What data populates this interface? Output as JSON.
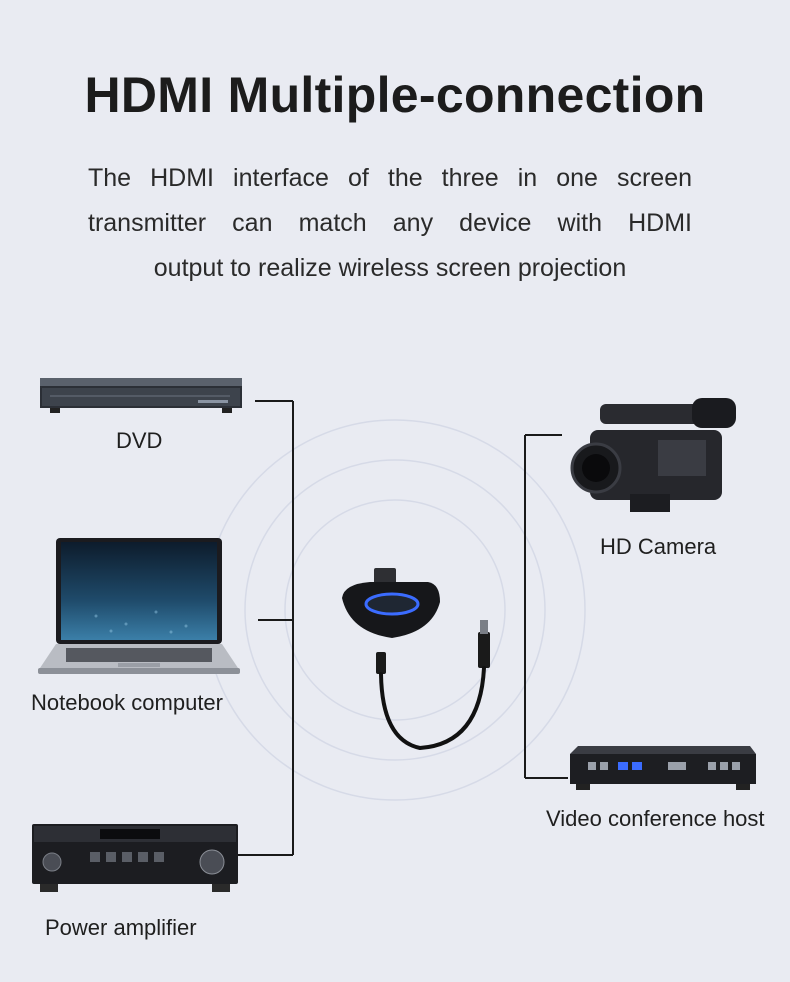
{
  "title": "HDMI Multiple-connection",
  "description": {
    "line1": "The HDMI interface of the three in one screen",
    "line2": "transmitter can match any device with HDMI",
    "line3": "output to realize wireless screen projection"
  },
  "devices": {
    "dvd": "DVD",
    "notebook": "Notebook computer",
    "amplifier": "Power amplifier",
    "camera": "HD Camera",
    "conference": "Video conference host"
  },
  "colors": {
    "background": "#e9ebf2",
    "connector_line": "#1a1a1a",
    "ring": "#d5d9e6",
    "led": "#3b6cff"
  }
}
